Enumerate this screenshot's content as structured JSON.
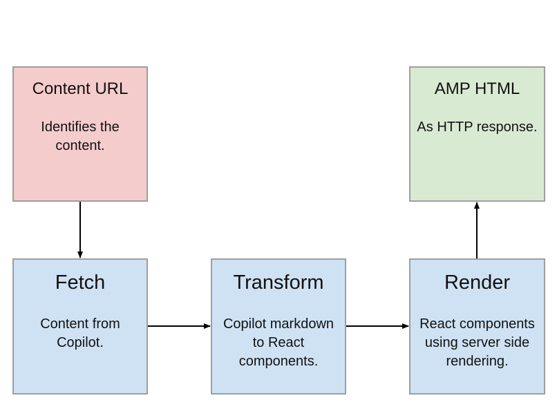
{
  "colors": {
    "url_fill": "#f4cccc",
    "output_fill": "#d9ead3",
    "process_fill": "#cfe2f3",
    "border": "#9e9e9e",
    "arrow": "#000000"
  },
  "nodes": {
    "content_url": {
      "title": "Content URL",
      "desc": "Identifies the content."
    },
    "amp_html": {
      "title": "AMP HTML",
      "desc": "As HTTP response."
    },
    "fetch": {
      "title": "Fetch",
      "desc": "Content from Copilot."
    },
    "transform": {
      "title": "Transform",
      "desc": "Copilot markdown to React components."
    },
    "render": {
      "title": "Render",
      "desc": "React components using server side rendering."
    }
  },
  "edges": [
    {
      "from": "Content URL",
      "to": "Fetch"
    },
    {
      "from": "Fetch",
      "to": "Transform"
    },
    {
      "from": "Transform",
      "to": "Render"
    },
    {
      "from": "Render",
      "to": "AMP HTML"
    }
  ]
}
